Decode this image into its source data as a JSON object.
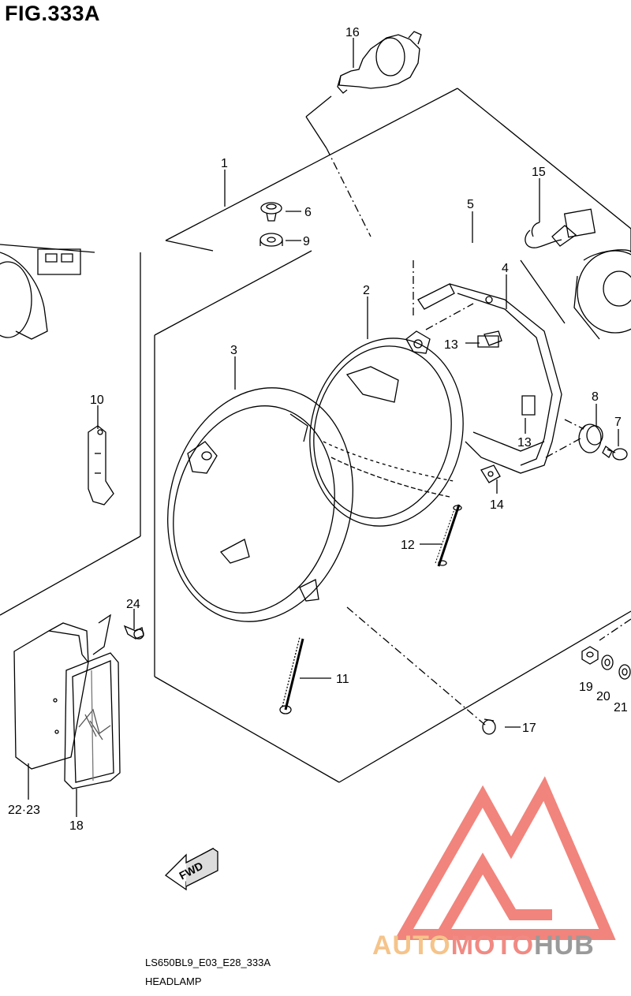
{
  "figure": {
    "title": "FIG.333A",
    "code": "LS650BL9_E03_E28_333A",
    "name": "HEADLAMP",
    "fwd_label": "FWD"
  },
  "callouts": [
    {
      "id": "c16",
      "label": "16"
    },
    {
      "id": "c1",
      "label": "1"
    },
    {
      "id": "c6",
      "label": "6"
    },
    {
      "id": "c9",
      "label": "9"
    },
    {
      "id": "c15",
      "label": "15"
    },
    {
      "id": "c5",
      "label": "5"
    },
    {
      "id": "c4",
      "label": "4"
    },
    {
      "id": "c2",
      "label": "2"
    },
    {
      "id": "c13a",
      "label": "13"
    },
    {
      "id": "c3",
      "label": "3"
    },
    {
      "id": "c10",
      "label": "10"
    },
    {
      "id": "c8",
      "label": "8"
    },
    {
      "id": "c7",
      "label": "7"
    },
    {
      "id": "c13b",
      "label": "13"
    },
    {
      "id": "c14",
      "label": "14"
    },
    {
      "id": "c12",
      "label": "12"
    },
    {
      "id": "c24",
      "label": "24"
    },
    {
      "id": "c11",
      "label": "11"
    },
    {
      "id": "c19",
      "label": "19"
    },
    {
      "id": "c20",
      "label": "20"
    },
    {
      "id": "c21",
      "label": "21"
    },
    {
      "id": "c17",
      "label": "17"
    },
    {
      "id": "c2223",
      "label": "22·23"
    },
    {
      "id": "c18",
      "label": "18"
    }
  ],
  "watermark": {
    "part1": "AUTO",
    "part2": "MOTO",
    "part3": "HUB",
    "colors": {
      "gold": "#f5c48a",
      "red": "#f08a83",
      "gray": "#9a9a9a"
    }
  }
}
